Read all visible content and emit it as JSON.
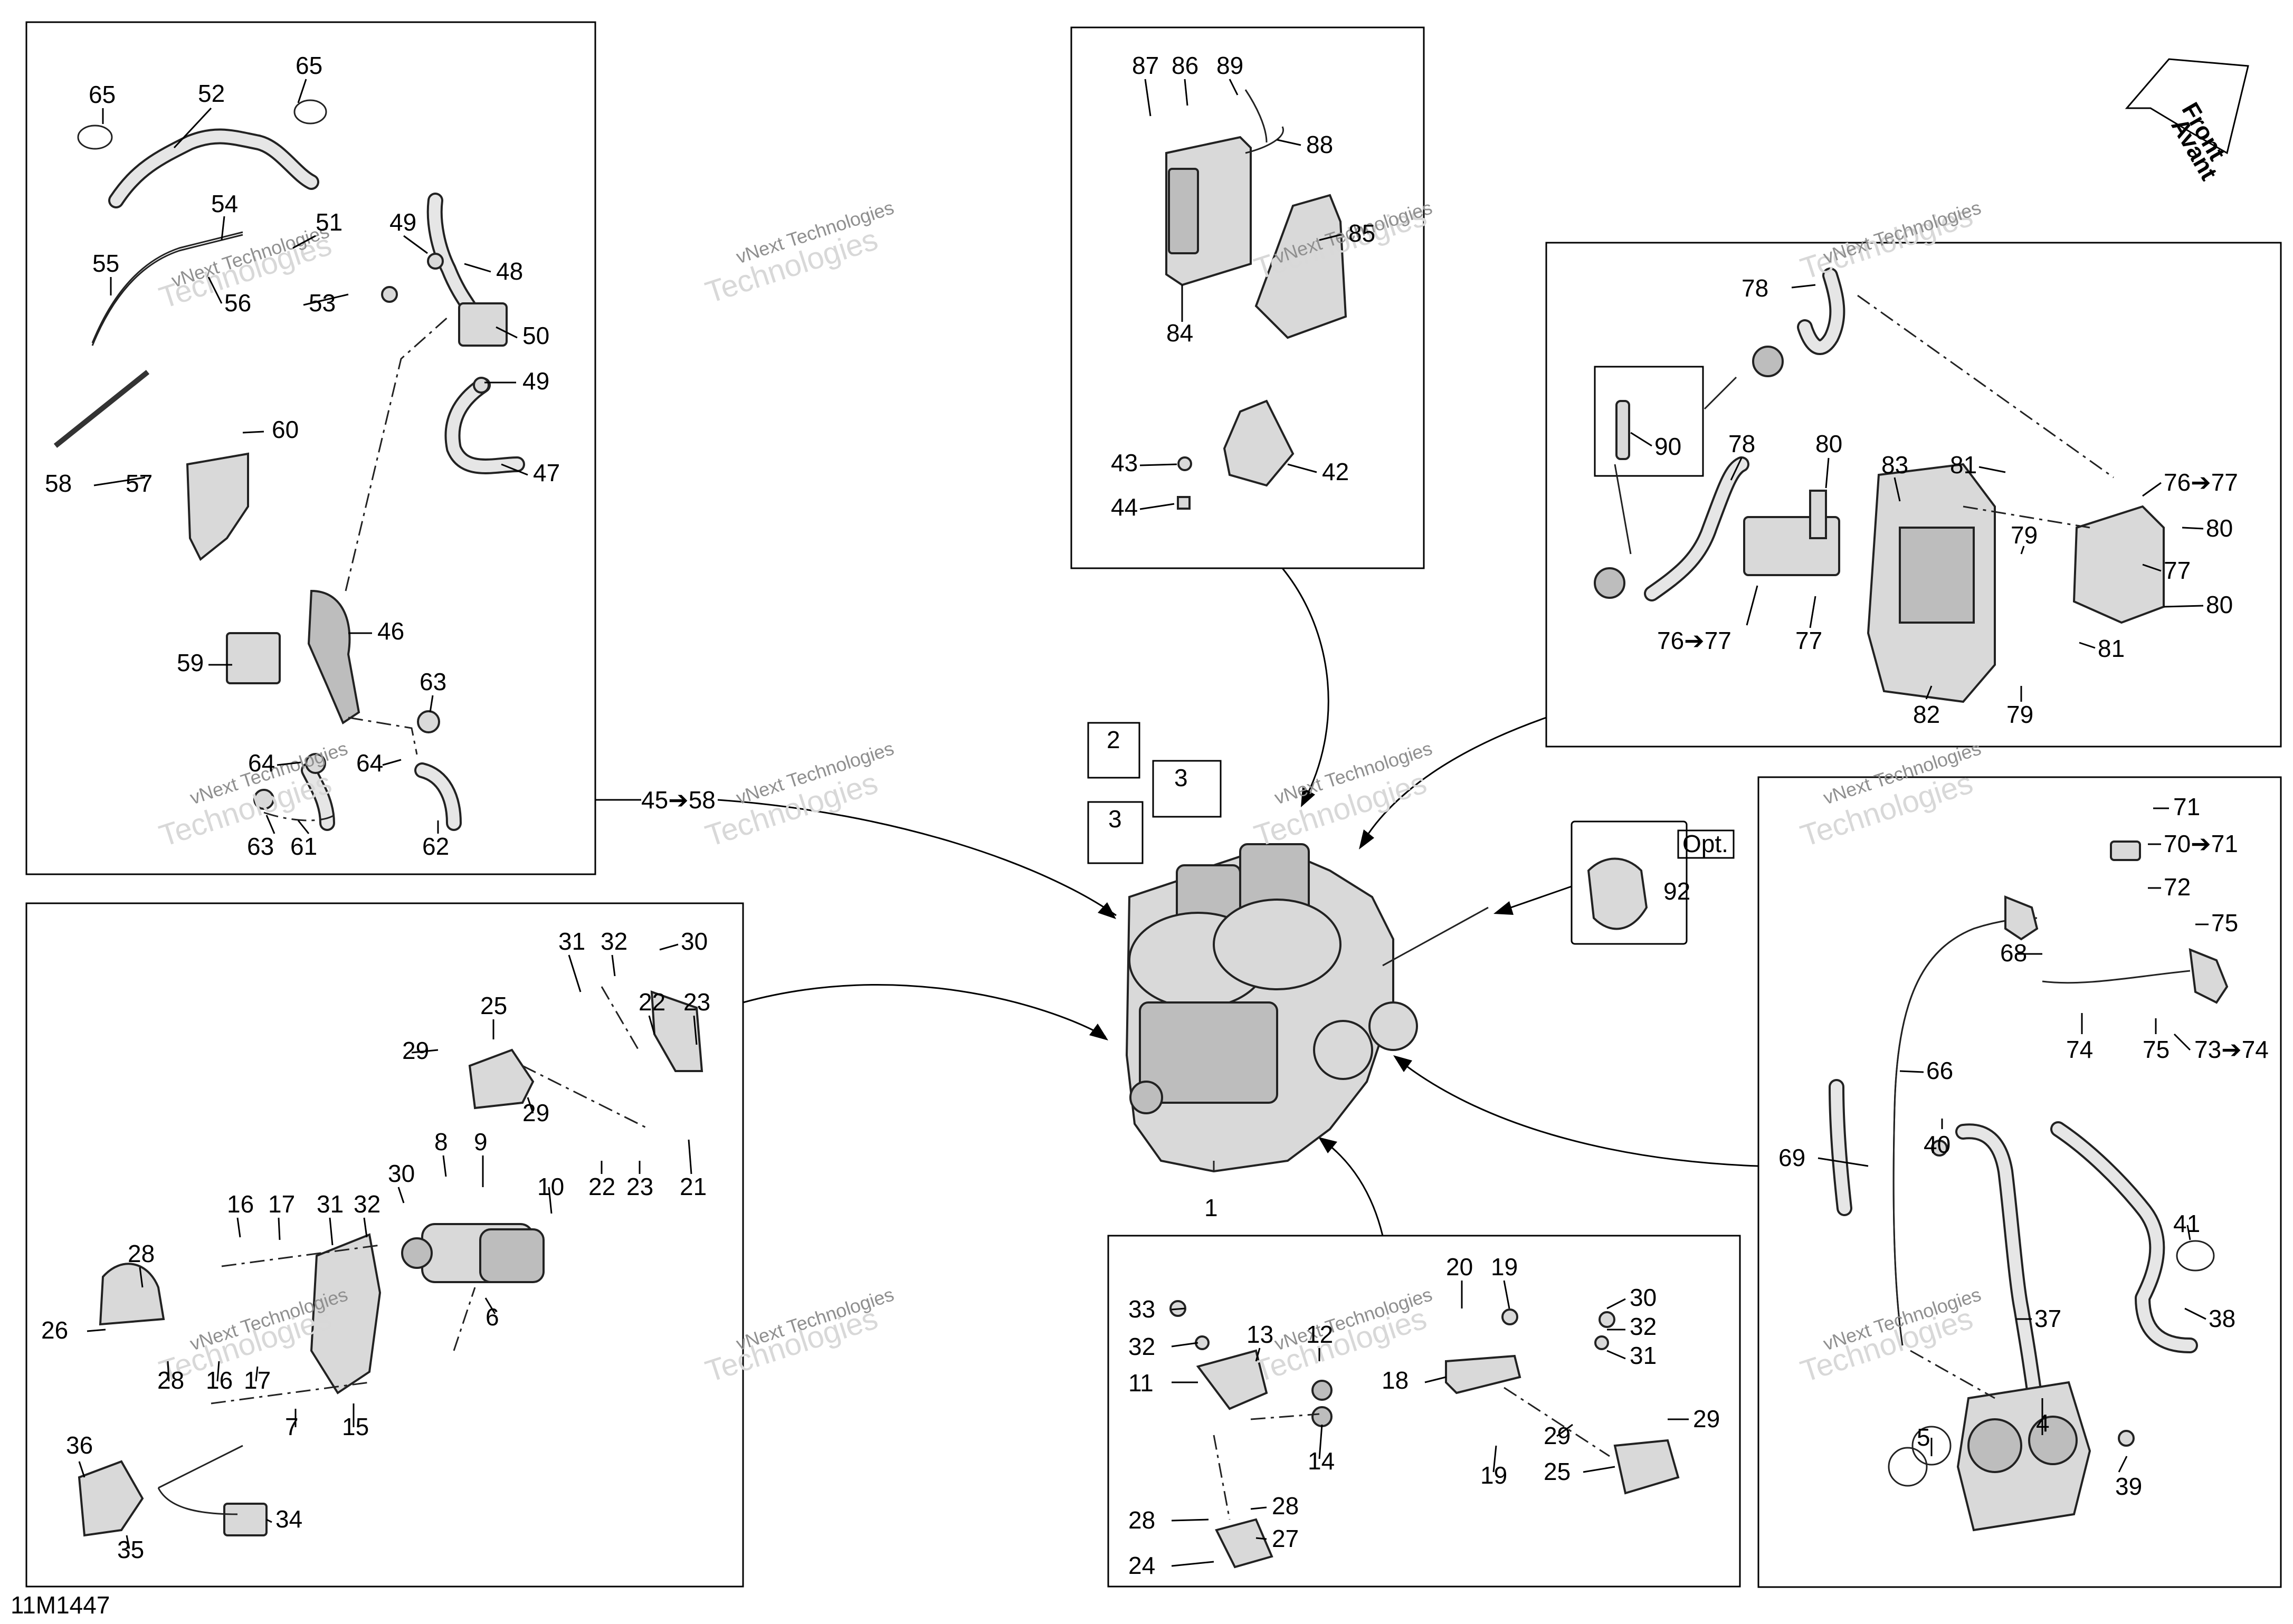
{
  "watermark": {
    "line1": "vNext Technologies",
    "line2": "Technologies"
  },
  "front_arrow": {
    "line1": "Front",
    "line2": "Avant"
  },
  "opt_label": "Opt.",
  "drawing_number": "11M1447",
  "labels": {
    "p65a": "65",
    "p52": "52",
    "p65b": "65",
    "p54": "54",
    "p51": "51",
    "p55": "55",
    "p56": "56",
    "p53": "53",
    "p49a": "49",
    "p48": "48",
    "p50": "50",
    "p49b": "49",
    "p60": "60",
    "p58": "58",
    "p57": "57",
    "p47": "47",
    "p46": "46",
    "p59": "59",
    "p63a": "63",
    "p64a": "64",
    "p64b": "64",
    "p63b": "63",
    "p61": "61",
    "p62": "62",
    "p87": "87",
    "p86": "86",
    "p89": "89",
    "p88": "88",
    "p85": "85",
    "p84": "84",
    "p43": "43",
    "p42": "42",
    "p44": "44",
    "p78a": "78",
    "p90": "90",
    "p78b": "78",
    "p80a": "80",
    "p83": "83",
    "p81a": "81",
    "p7677a": "76➔77",
    "p80b": "80",
    "p79a": "79",
    "p77a": "77",
    "p80c": "80",
    "p7677b": "76➔77",
    "p77b": "77",
    "p81b": "81",
    "p82": "82",
    "p79b": "79",
    "p2": "2",
    "p3a": "3",
    "p3b": "3",
    "p4558": "45➔58",
    "p1": "1",
    "p92": "92",
    "p71": "71",
    "p7071": "70➔71",
    "p72": "72",
    "p75a": "75",
    "p68": "68",
    "p74": "74",
    "p75b": "75",
    "p7374": "73➔74",
    "p66": "66",
    "p69": "69",
    "p40": "40",
    "p41": "41",
    "p37": "37",
    "p38": "38",
    "p5": "5",
    "p4": "4",
    "p39": "39",
    "p31a": "31",
    "p32a": "32",
    "p30a": "30",
    "p25a": "25",
    "p22a": "22",
    "p23a": "23",
    "p29a": "29",
    "p29b": "29",
    "p22b": "22",
    "p23b": "23",
    "p21": "21",
    "p8": "8",
    "p9": "9",
    "p10": "10",
    "p30b": "30",
    "p16a": "16",
    "p17a": "17",
    "p31b": "31",
    "p32b": "32",
    "p28a": "28",
    "p6": "6",
    "p26": "26",
    "p28b": "28",
    "p16b": "16",
    "p17b": "17",
    "p7": "7",
    "p15": "15",
    "p36": "36",
    "p35": "35",
    "p34": "34",
    "p20": "20",
    "p19a": "19",
    "p30c": "30",
    "p33": "33",
    "p32c": "32",
    "p13": "13",
    "p12": "12",
    "p31c": "31",
    "p11": "11",
    "p18": "18",
    "p29c": "29",
    "p29d": "29",
    "p14": "14",
    "p19b": "19",
    "p25b": "25",
    "p28c": "28",
    "p28d": "28",
    "p27": "27",
    "p24": "24"
  }
}
